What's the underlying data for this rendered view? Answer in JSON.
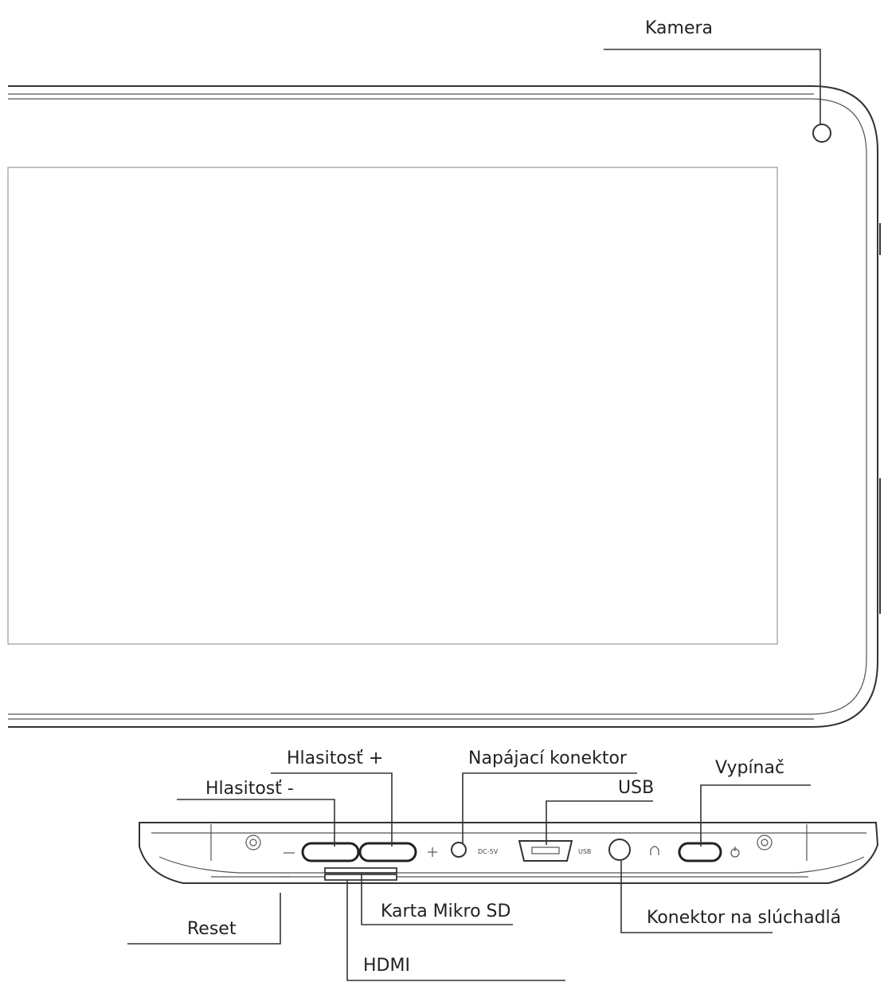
{
  "labels": {
    "camera": "Kamera",
    "volume_up": "Hlasitosť +",
    "volume_down": "Hlasitosť -",
    "power_connector": "Napájací konektor",
    "usb": "USB",
    "power_switch": "Vypínač",
    "reset": "Reset",
    "micro_sd": "Karta Mikro SD",
    "headphone_connector": "Konektor na slúchadlá",
    "hdmi": "HDMI"
  },
  "port_markings": {
    "dc": "DC-5V",
    "usb": "USB"
  }
}
